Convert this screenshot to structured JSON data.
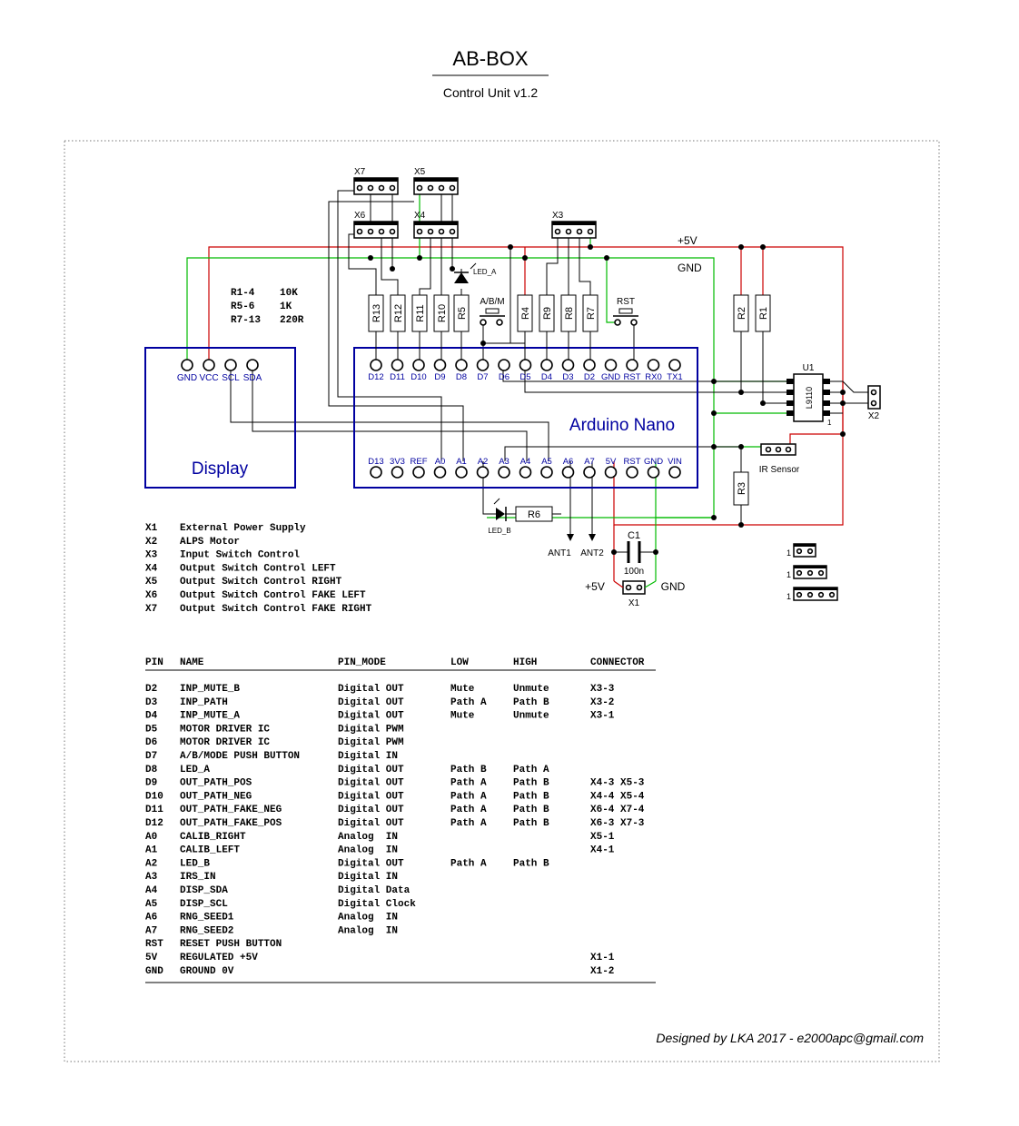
{
  "header": {
    "title": "AB-BOX",
    "subtitle": "Control Unit v1.2"
  },
  "footer": {
    "credit": "Designed by LKA 2017 - e2000apc@gmail.com"
  },
  "resistor_values": [
    {
      "ref": "R1-4",
      "value": "10K"
    },
    {
      "ref": "R5-6",
      "value": "1K"
    },
    {
      "ref": "R7-13",
      "value": "220R"
    }
  ],
  "display": {
    "label": "Display",
    "pins": [
      "GND",
      "VCC",
      "SCL",
      "SDA"
    ]
  },
  "nano": {
    "label": "Arduino Nano",
    "top_pins": [
      "D12",
      "D11",
      "D10",
      "D9",
      "D8",
      "D7",
      "D6",
      "D5",
      "D4",
      "D3",
      "D2",
      "GND",
      "RST",
      "RX0",
      "TX1"
    ],
    "bottom_pins": [
      "D13",
      "3V3",
      "REF",
      "A0",
      "A1",
      "A2",
      "A3",
      "A4",
      "A5",
      "A6",
      "A7",
      "5V",
      "RST",
      "GND",
      "VIN"
    ]
  },
  "resistors_top": [
    "R13",
    "R12",
    "R11",
    "R10",
    "R5",
    "R4",
    "R9",
    "R8",
    "R7"
  ],
  "resistors_right": [
    "R2",
    "R1"
  ],
  "parts": {
    "r3": "R3",
    "r6": "R6",
    "u1": "U1",
    "u1_chip": "L9110",
    "u1_pin1": "1",
    "c1": "C1",
    "c1_value": "100n",
    "led_a": "LED_A",
    "led_b": "LED_B",
    "btn_ab": "A/B/M",
    "btn_rst": "RST",
    "ir": "IR Sensor",
    "ant1": "ANT1",
    "ant2": "ANT2",
    "x1": "X1",
    "x2": "X2",
    "x3": "X3",
    "x4": "X4",
    "x5": "X5",
    "x6": "X6",
    "x7": "X7",
    "net_5v": "+5V",
    "net_gnd": "GND",
    "x1_5v": "+5V",
    "x1_gnd": "GND"
  },
  "pin_one_labels": [
    "1",
    "1",
    "1"
  ],
  "connectors_legend": [
    {
      "id": "X1",
      "desc": "External Power Supply"
    },
    {
      "id": "X2",
      "desc": "ALPS Motor"
    },
    {
      "id": "X3",
      "desc": "Input Switch Control"
    },
    {
      "id": "X4",
      "desc": "Output Switch Control LEFT"
    },
    {
      "id": "X5",
      "desc": "Output Switch Control RIGHT"
    },
    {
      "id": "X6",
      "desc": "Output Switch Control FAKE LEFT"
    },
    {
      "id": "X7",
      "desc": "Output Switch Control FAKE RIGHT"
    }
  ],
  "pin_table": {
    "headers": [
      "PIN",
      "NAME",
      "PIN_MODE",
      "LOW",
      "HIGH",
      "CONNECTOR"
    ],
    "rows": [
      [
        "D2",
        "INP_MUTE_B",
        "Digital OUT",
        "Mute",
        "Unmute",
        "X3-3"
      ],
      [
        "D3",
        "INP_PATH",
        "Digital OUT",
        "Path A",
        "Path B",
        "X3-2"
      ],
      [
        "D4",
        "INP_MUTE_A",
        "Digital OUT",
        "Mute",
        "Unmute",
        "X3-1"
      ],
      [
        "D5",
        "MOTOR DRIVER IC",
        "Digital PWM",
        "",
        "",
        ""
      ],
      [
        "D6",
        "MOTOR DRIVER IC",
        "Digital PWM",
        "",
        "",
        ""
      ],
      [
        "D7",
        "A/B/MODE PUSH BUTTON",
        "Digital IN",
        "",
        "",
        ""
      ],
      [
        "D8",
        "LED_A",
        "Digital OUT",
        "Path B",
        "Path A",
        ""
      ],
      [
        "D9",
        "OUT_PATH_POS",
        "Digital OUT",
        "Path A",
        "Path B",
        "X4-3 X5-3"
      ],
      [
        "D10",
        "OUT_PATH_NEG",
        "Digital OUT",
        "Path A",
        "Path B",
        "X4-4 X5-4"
      ],
      [
        "D11",
        "OUT_PATH_FAKE_NEG",
        "Digital OUT",
        "Path A",
        "Path B",
        "X6-4 X7-4"
      ],
      [
        "D12",
        "OUT_PATH_FAKE_POS",
        "Digital OUT",
        "Path A",
        "Path B",
        "X6-3 X7-3"
      ],
      [
        "A0",
        "CALIB_RIGHT",
        "Analog  IN",
        "",
        "",
        "X5-1"
      ],
      [
        "A1",
        "CALIB_LEFT",
        "Analog  IN",
        "",
        "",
        "X4-1"
      ],
      [
        "A2",
        "LED_B",
        "Digital OUT",
        "Path A",
        "Path B",
        ""
      ],
      [
        "A3",
        "IRS_IN",
        "Digital IN",
        "",
        "",
        ""
      ],
      [
        "A4",
        "DISP_SDA",
        "Digital Data",
        "",
        "",
        ""
      ],
      [
        "A5",
        "DISP_SCL",
        "Digital Clock",
        "",
        "",
        ""
      ],
      [
        "A6",
        "RNG_SEED1",
        "Analog  IN",
        "",
        "",
        ""
      ],
      [
        "A7",
        "RNG_SEED2",
        "Analog  IN",
        "",
        "",
        ""
      ],
      [
        "RST",
        "RESET PUSH BUTTON",
        "",
        "",
        "",
        ""
      ],
      [
        "5V",
        "REGULATED +5V",
        "",
        "",
        "",
        "X1-1"
      ],
      [
        "GND",
        "GROUND 0V",
        "",
        "",
        "",
        "X1-2"
      ]
    ]
  }
}
